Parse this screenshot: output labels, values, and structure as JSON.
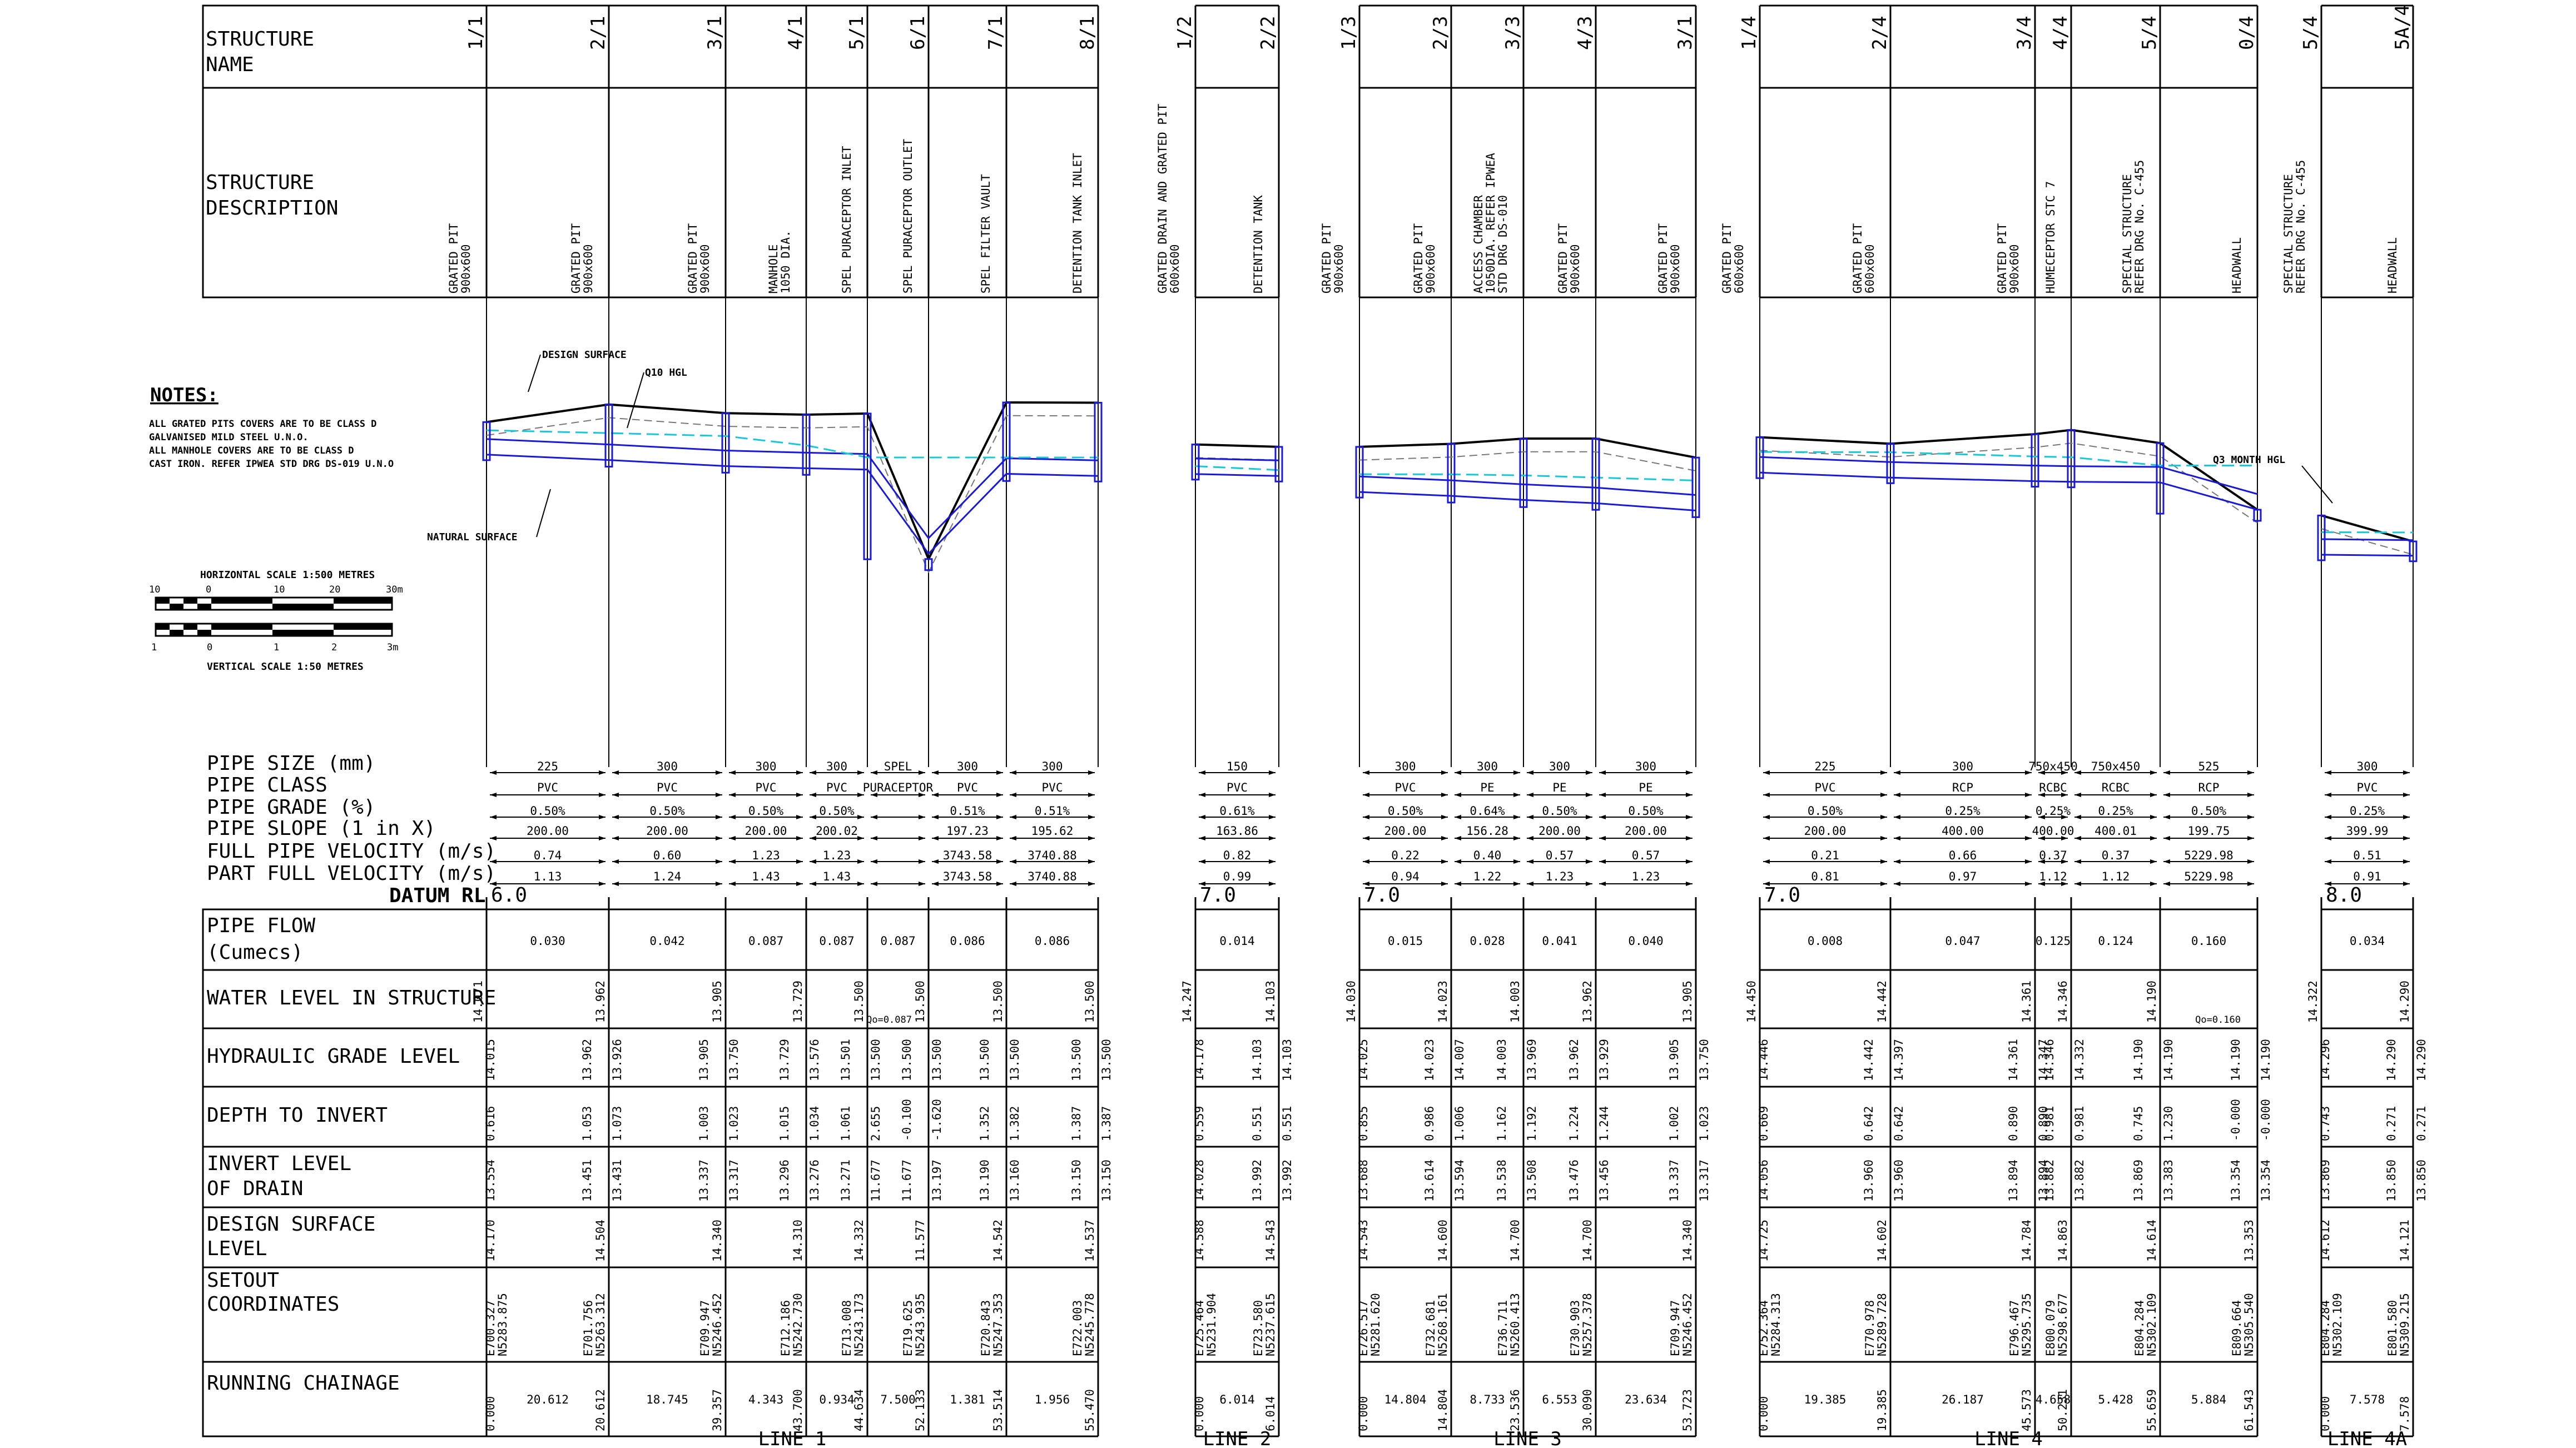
{
  "row_labels": {
    "structure_name": [
      "STRUCTURE",
      "NAME"
    ],
    "structure_description": [
      "STRUCTURE",
      "DESCRIPTION"
    ],
    "pipe_size": "PIPE SIZE (mm)",
    "pipe_class": "PIPE CLASS",
    "pipe_grade": "PIPE GRADE (%)",
    "pipe_slope": "PIPE SLOPE (1 in X)",
    "full_velocity": "FULL PIPE VELOCITY (m/s)",
    "part_velocity": "PART FULL VELOCITY (m/s)",
    "datum": "DATUM RL",
    "pipe_flow": [
      "PIPE FLOW",
      "(Cumecs)"
    ],
    "water_level": "WATER LEVEL IN STRUCTURE",
    "hgl": "HYDRAULIC GRADE LEVEL",
    "depth": "DEPTH TO INVERT",
    "invert": [
      "INVERT LEVEL",
      "OF DRAIN"
    ],
    "design_surface": [
      "DESIGN SURFACE",
      "LEVEL"
    ],
    "setout": [
      "SETOUT",
      "COORDINATES"
    ],
    "chainage": "RUNNING CHAINAGE"
  },
  "notes": {
    "heading": "NOTES:",
    "lines": [
      "ALL GRATED PITS COVERS ARE TO BE CLASS D",
      "GALVANISED MILD STEEL U.N.O.",
      "ALL MANHOLE COVERS ARE TO BE CLASS D",
      "CAST IRON. REFER IPWEA STD DRG DS-019 U.N.O"
    ]
  },
  "scale": {
    "horizontal": "HORIZONTAL SCALE 1:500 METRES",
    "vertical": "VERTICAL SCALE 1:50 METRES",
    "h_ticks": [
      "10",
      "0",
      "10",
      "20",
      "30m"
    ],
    "v_ticks": [
      "1",
      "0",
      "1",
      "2",
      "3m"
    ]
  },
  "annotations": {
    "design_surface": "DESIGN SURFACE",
    "q10": "Q10 HGL",
    "natural_surface": "NATURAL SURFACE",
    "q3": "Q3 MONTH HGL"
  },
  "colors": {
    "pipe": "#1a1ad6",
    "hgl": "#19c8d8",
    "line": "#000000"
  },
  "lines": [
    {
      "name": "LINE 1",
      "datum": "6.0",
      "structures": [
        {
          "name": "1/1",
          "desc": [
            "GRATED PIT",
            "900x600"
          ],
          "wl": "14.071",
          "hgl": [
            "14.015"
          ],
          "depth": [
            "0.616"
          ],
          "invert": [
            "13.554"
          ],
          "dsl": "14.170",
          "setout": [
            "E700.327",
            "N5283.875"
          ],
          "chain": [
            "0.000"
          ]
        },
        {
          "name": "2/1",
          "desc": [
            "GRATED PIT",
            "900x600"
          ],
          "wl": "13.962",
          "hgl": [
            "13.962",
            "13.926"
          ],
          "depth": [
            "1.053",
            "1.073"
          ],
          "invert": [
            "13.451",
            "13.431"
          ],
          "dsl": "14.504",
          "setout": [
            "E701.756",
            "N5263.312"
          ],
          "chain": [
            "20.612"
          ]
        },
        {
          "name": "3/1",
          "desc": [
            "GRATED PIT",
            "900x600"
          ],
          "wl": "13.905",
          "hgl": [
            "13.905",
            "13.750"
          ],
          "depth": [
            "1.003",
            "1.023"
          ],
          "invert": [
            "13.337",
            "13.317"
          ],
          "dsl": "14.340",
          "setout": [
            "E709.947",
            "N5246.452"
          ],
          "chain": [
            "39.357"
          ]
        },
        {
          "name": "4/1",
          "desc": [
            "MANHOLE",
            "1050 DIA."
          ],
          "wl": "13.729",
          "hgl": [
            "13.729",
            "13.576"
          ],
          "depth": [
            "1.015",
            "1.034"
          ],
          "invert": [
            "13.296",
            "13.276"
          ],
          "dsl": "14.310",
          "setout": [
            "E712.186",
            "N5242.730"
          ],
          "chain": [
            "43.700"
          ]
        },
        {
          "name": "5/1",
          "desc": [
            "SPEL PURACEPTOR INLET"
          ],
          "wl": "13.500",
          "hgl": [
            "13.501",
            "13.500"
          ],
          "depth": [
            "1.061",
            "2.655"
          ],
          "invert": [
            "13.271",
            "11.677"
          ],
          "dsl": "14.332",
          "setout": [
            "E713.008",
            "N5243.173"
          ],
          "chain": [
            "44.634"
          ]
        },
        {
          "name": "6/1",
          "desc": [
            "SPEL PURACEPTOR OUTLET"
          ],
          "wl": "13.500",
          "wl_note": "Qo=0.087",
          "hgl": [
            "13.500",
            "13.500"
          ],
          "depth": [
            "-0.100",
            "-1.620"
          ],
          "invert": [
            "11.677",
            "13.197"
          ],
          "dsl": "11.577",
          "setout": [
            "E719.625",
            "N5243.935"
          ],
          "chain": [
            "52.133"
          ]
        },
        {
          "name": "7/1",
          "desc": [
            "SPEL FILTER VAULT"
          ],
          "wl": "13.500",
          "hgl": [
            "13.500",
            "13.500"
          ],
          "depth": [
            "1.352",
            "1.382"
          ],
          "invert": [
            "13.190",
            "13.160"
          ],
          "dsl": "14.542",
          "setout": [
            "E720.843",
            "N5247.353"
          ],
          "chain": [
            "53.514"
          ]
        },
        {
          "name": "8/1",
          "desc": [
            "DETENTION TANK INLET"
          ],
          "wl": "13.500",
          "hgl": [
            "13.500",
            "13.500"
          ],
          "depth": [
            "1.387",
            "1.387"
          ],
          "invert": [
            "13.150",
            "13.150"
          ],
          "dsl": "14.537",
          "setout": [
            "E722.003",
            "N5245.778"
          ],
          "chain": [
            "55.470"
          ]
        }
      ],
      "pipes": [
        {
          "size": "225",
          "cls": "PVC",
          "grade": "0.50%",
          "slope": "200.00",
          "fv": "0.74",
          "pv": "1.13",
          "flow": "0.030",
          "len": "20.612"
        },
        {
          "size": "300",
          "cls": "PVC",
          "grade": "0.50%",
          "slope": "200.00",
          "fv": "0.60",
          "pv": "1.24",
          "flow": "0.042",
          "len": "18.745"
        },
        {
          "size": "300",
          "cls": "PVC",
          "grade": "0.50%",
          "slope": "200.00",
          "fv": "1.23",
          "pv": "1.43",
          "flow": "0.087",
          "len": "4.343"
        },
        {
          "size": "300",
          "cls": "PVC",
          "grade": "0.50%",
          "slope": "200.02",
          "fv": "1.23",
          "pv": "1.43",
          "flow": "0.087",
          "len": "0.934"
        },
        {
          "size": "SPEL",
          "cls": "PURACEPTOR",
          "grade": "",
          "slope": "",
          "fv": "",
          "pv": "",
          "flow": "0.087",
          "len": "7.500"
        },
        {
          "size": "300",
          "cls": "PVC",
          "grade": "0.51%",
          "slope": "197.23",
          "fv": "3743.58",
          "pv": "3743.58",
          "flow": "0.086",
          "len": "1.381"
        },
        {
          "size": "300",
          "cls": "PVC",
          "grade": "0.51%",
          "slope": "195.62",
          "fv": "3740.88",
          "pv": "3740.88",
          "flow": "0.086",
          "len": "1.956"
        }
      ]
    },
    {
      "name": "LINE 2",
      "datum": "7.0",
      "structures": [
        {
          "name": "1/2",
          "desc": [
            "GRATED DRAIN AND GRATED PIT",
            "600x600"
          ],
          "wl": "14.247",
          "hgl": [
            "14.178"
          ],
          "depth": [
            "0.559"
          ],
          "invert": [
            "14.028"
          ],
          "dsl": "14.588",
          "setout": [
            "E725.464",
            "N5231.904"
          ],
          "chain": [
            "0.000"
          ]
        },
        {
          "name": "2/2",
          "desc": [
            "DETENTION TANK"
          ],
          "wl": "14.103",
          "hgl": [
            "14.103",
            "14.103"
          ],
          "depth": [
            "0.551",
            "0.551"
          ],
          "invert": [
            "13.992",
            "13.992"
          ],
          "dsl": "14.543",
          "setout": [
            "E723.580",
            "N5237.615"
          ],
          "chain": [
            "6.014"
          ]
        }
      ],
      "pipes": [
        {
          "size": "150",
          "cls": "PVC",
          "grade": "0.61%",
          "slope": "163.86",
          "fv": "0.82",
          "pv": "0.99",
          "flow": "0.014",
          "len": "6.014"
        }
      ]
    },
    {
      "name": "LINE 3",
      "datum": "7.0",
      "structures": [
        {
          "name": "1/3",
          "desc": [
            "GRATED PIT",
            "900x600"
          ],
          "wl": "14.030",
          "hgl": [
            "14.025"
          ],
          "depth": [
            "0.855"
          ],
          "invert": [
            "13.688"
          ],
          "dsl": "14.543",
          "setout": [
            "E726.517",
            "N5281.620"
          ],
          "chain": [
            "0.000"
          ]
        },
        {
          "name": "2/3",
          "desc": [
            "GRATED PIT",
            "900x600"
          ],
          "wl": "14.023",
          "hgl": [
            "14.023",
            "14.007"
          ],
          "depth": [
            "0.986",
            "1.006"
          ],
          "invert": [
            "13.614",
            "13.594"
          ],
          "dsl": "14.600",
          "setout": [
            "E732.681",
            "N5268.161"
          ],
          "chain": [
            "14.804"
          ]
        },
        {
          "name": "3/3",
          "desc": [
            "ACCESS CHAMBER",
            "1050DIA. REFER IPWEA",
            "STD DRG DS-010"
          ],
          "wl": "14.003",
          "hgl": [
            "14.003",
            "13.969"
          ],
          "depth": [
            "1.162",
            "1.192"
          ],
          "invert": [
            "13.538",
            "13.508"
          ],
          "dsl": "14.700",
          "setout": [
            "E736.711",
            "N5260.413"
          ],
          "chain": [
            "23.536"
          ]
        },
        {
          "name": "4/3",
          "desc": [
            "GRATED PIT",
            "900x600"
          ],
          "wl": "13.962",
          "hgl": [
            "13.962",
            "13.929"
          ],
          "depth": [
            "1.224",
            "1.244"
          ],
          "invert": [
            "13.476",
            "13.456"
          ],
          "dsl": "14.700",
          "setout": [
            "E730.903",
            "N5257.378"
          ],
          "chain": [
            "30.090"
          ]
        },
        {
          "name": "3/1",
          "desc": [
            "GRATED PIT",
            "900x600"
          ],
          "wl": "13.905",
          "hgl": [
            "13.905",
            "13.750"
          ],
          "depth": [
            "1.002",
            "1.023"
          ],
          "invert": [
            "13.337",
            "13.317"
          ],
          "dsl": "14.340",
          "setout": [
            "E709.947",
            "N5246.452"
          ],
          "chain": [
            "53.723"
          ]
        }
      ],
      "pipes": [
        {
          "size": "300",
          "cls": "PVC",
          "grade": "0.50%",
          "slope": "200.00",
          "fv": "0.22",
          "pv": "0.94",
          "flow": "0.015",
          "len": "14.804"
        },
        {
          "size": "300",
          "cls": "PE",
          "grade": "0.64%",
          "slope": "156.28",
          "fv": "0.40",
          "pv": "1.22",
          "flow": "0.028",
          "len": "8.733"
        },
        {
          "size": "300",
          "cls": "PE",
          "grade": "0.50%",
          "slope": "200.00",
          "fv": "0.57",
          "pv": "1.23",
          "flow": "0.041",
          "len": "6.553"
        },
        {
          "size": "300",
          "cls": "PE",
          "grade": "0.50%",
          "slope": "200.00",
          "fv": "0.57",
          "pv": "1.23",
          "flow": "0.040",
          "len": "23.634"
        }
      ]
    },
    {
      "name": "LINE 4",
      "datum": "7.0",
      "structures": [
        {
          "name": "1/4",
          "desc": [
            "GRATED PIT",
            "600x600"
          ],
          "wl": "14.450",
          "hgl": [
            "14.446"
          ],
          "depth": [
            "0.669"
          ],
          "invert": [
            "14.056"
          ],
          "dsl": "14.725",
          "setout": [
            "E752.364",
            "N5284.313"
          ],
          "chain": [
            "0.000"
          ]
        },
        {
          "name": "2/4",
          "desc": [
            "GRATED PIT",
            "600x600"
          ],
          "wl": "14.442",
          "hgl": [
            "14.442",
            "14.397"
          ],
          "depth": [
            "0.642",
            "0.642"
          ],
          "invert": [
            "13.960",
            "13.960"
          ],
          "dsl": "14.602",
          "setout": [
            "E770.978",
            "N5289.728"
          ],
          "chain": [
            "19.385"
          ]
        },
        {
          "name": "3/4",
          "desc": [
            "GRATED PIT",
            "900x600"
          ],
          "wl": "14.361",
          "hgl": [
            "14.361",
            "14.347"
          ],
          "depth": [
            "0.890",
            "0.890"
          ],
          "invert": [
            "13.894",
            "13.894"
          ],
          "dsl": "14.784",
          "setout": [
            "E796.467",
            "N5295.735"
          ],
          "chain": [
            "45.573"
          ]
        },
        {
          "name": "4/4",
          "desc": [
            "HUMECEPTOR STC 7"
          ],
          "wl": "14.346",
          "hgl": [
            "14.346",
            "14.332"
          ],
          "depth": [
            "0.981",
            "0.981"
          ],
          "invert": [
            "13.882",
            "13.882"
          ],
          "dsl": "14.863",
          "setout": [
            "E800.079",
            "N5298.677"
          ],
          "chain": [
            "50.231"
          ]
        },
        {
          "name": "5/4",
          "desc": [
            "SPECIAL STRUCTURE",
            "REFER DRG No. C-455"
          ],
          "wl": "14.190",
          "hgl": [
            "14.190",
            "14.190"
          ],
          "depth": [
            "0.745",
            "1.230"
          ],
          "invert": [
            "13.869",
            "13.383"
          ],
          "dsl": "14.614",
          "setout": [
            "E804.284",
            "N5302.109"
          ],
          "chain": [
            "55.659"
          ]
        },
        {
          "name": "0/4",
          "desc": [
            "HEADWALL"
          ],
          "wl": "",
          "wl_note": "Qo=0.160",
          "hgl": [
            "14.190",
            "14.190"
          ],
          "depth": [
            "-0.000",
            "-0.000"
          ],
          "invert": [
            "13.354",
            "13.354"
          ],
          "dsl": "13.353",
          "setout": [
            "E809.664",
            "N5305.540"
          ],
          "chain": [
            "61.543"
          ]
        }
      ],
      "pipes": [
        {
          "size": "225",
          "cls": "PVC",
          "grade": "0.50%",
          "slope": "200.00",
          "fv": "0.21",
          "pv": "0.81",
          "flow": "0.008",
          "len": "19.385"
        },
        {
          "size": "300",
          "cls": "RCP",
          "grade": "0.25%",
          "slope": "400.00",
          "fv": "0.66",
          "pv": "0.97",
          "flow": "0.047",
          "len": "26.187"
        },
        {
          "size": "750x450",
          "cls": "RCBC",
          "grade": "0.25%",
          "slope": "400.00",
          "fv": "0.37",
          "pv": "1.12",
          "flow": "0.125",
          "len": "4.658"
        },
        {
          "size": "750x450",
          "cls": "RCBC",
          "grade": "0.25%",
          "slope": "400.01",
          "fv": "0.37",
          "pv": "1.12",
          "flow": "0.124",
          "len": "5.428"
        },
        {
          "size": "525",
          "cls": "RCP",
          "grade": "0.50%",
          "slope": "199.75",
          "fv": "5229.98",
          "pv": "5229.98",
          "flow": "0.160",
          "len": "5.884"
        }
      ]
    },
    {
      "name": "LINE 4A",
      "datum": "8.0",
      "structures": [
        {
          "name": "5/4",
          "desc": [
            "SPECIAL STRUCTURE",
            "REFER DRG No. C-455"
          ],
          "wl": "14.322",
          "hgl": [
            "14.296"
          ],
          "depth": [
            "0.743"
          ],
          "invert": [
            "13.869"
          ],
          "dsl": "14.612",
          "setout": [
            "E804.284",
            "N5302.109"
          ],
          "chain": [
            "0.000"
          ]
        },
        {
          "name": "5A/4",
          "desc": [
            "HEADWALL"
          ],
          "wl": "14.290",
          "hgl": [
            "14.290",
            "14.290"
          ],
          "depth": [
            "0.271",
            "0.271"
          ],
          "invert": [
            "13.850",
            "13.850"
          ],
          "dsl": "14.121",
          "setout": [
            "E801.580",
            "N5309.215"
          ],
          "chain": [
            "7.578"
          ]
        }
      ],
      "pipes": [
        {
          "size": "300",
          "cls": "PVC",
          "grade": "0.25%",
          "slope": "399.99",
          "fv": "0.51",
          "pv": "0.91",
          "flow": "0.034",
          "len": "7.578"
        }
      ]
    }
  ]
}
